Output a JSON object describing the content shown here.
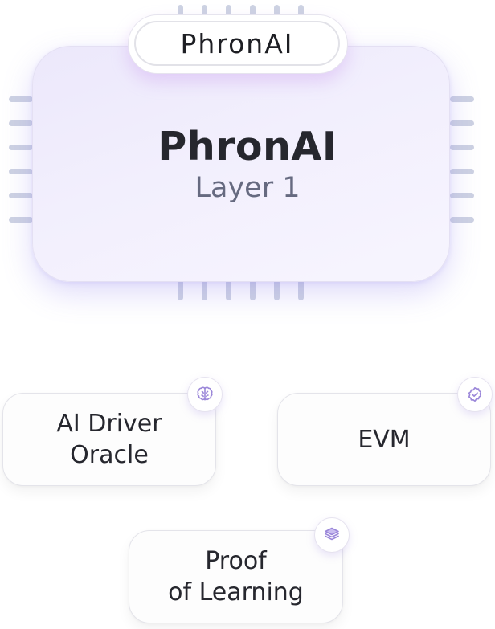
{
  "logo": {
    "text": "PhronAI"
  },
  "chip": {
    "title": "PhronAI",
    "subtitle": "Layer 1"
  },
  "features": [
    {
      "label_line1": "AI Driver",
      "label_line2": "Oracle",
      "icon": "brain-icon"
    },
    {
      "label_line1": "EVM",
      "icon": "check-shield-icon"
    },
    {
      "label_line1": "Proof",
      "label_line2": "of Learning",
      "icon": "layers-icon"
    }
  ],
  "colors": {
    "accent": "#9b87d9",
    "chip_gradient_start": "#ece8fb",
    "pin": "#cdd2e2",
    "text_dark": "#26272e",
    "text_muted": "#666a80"
  }
}
